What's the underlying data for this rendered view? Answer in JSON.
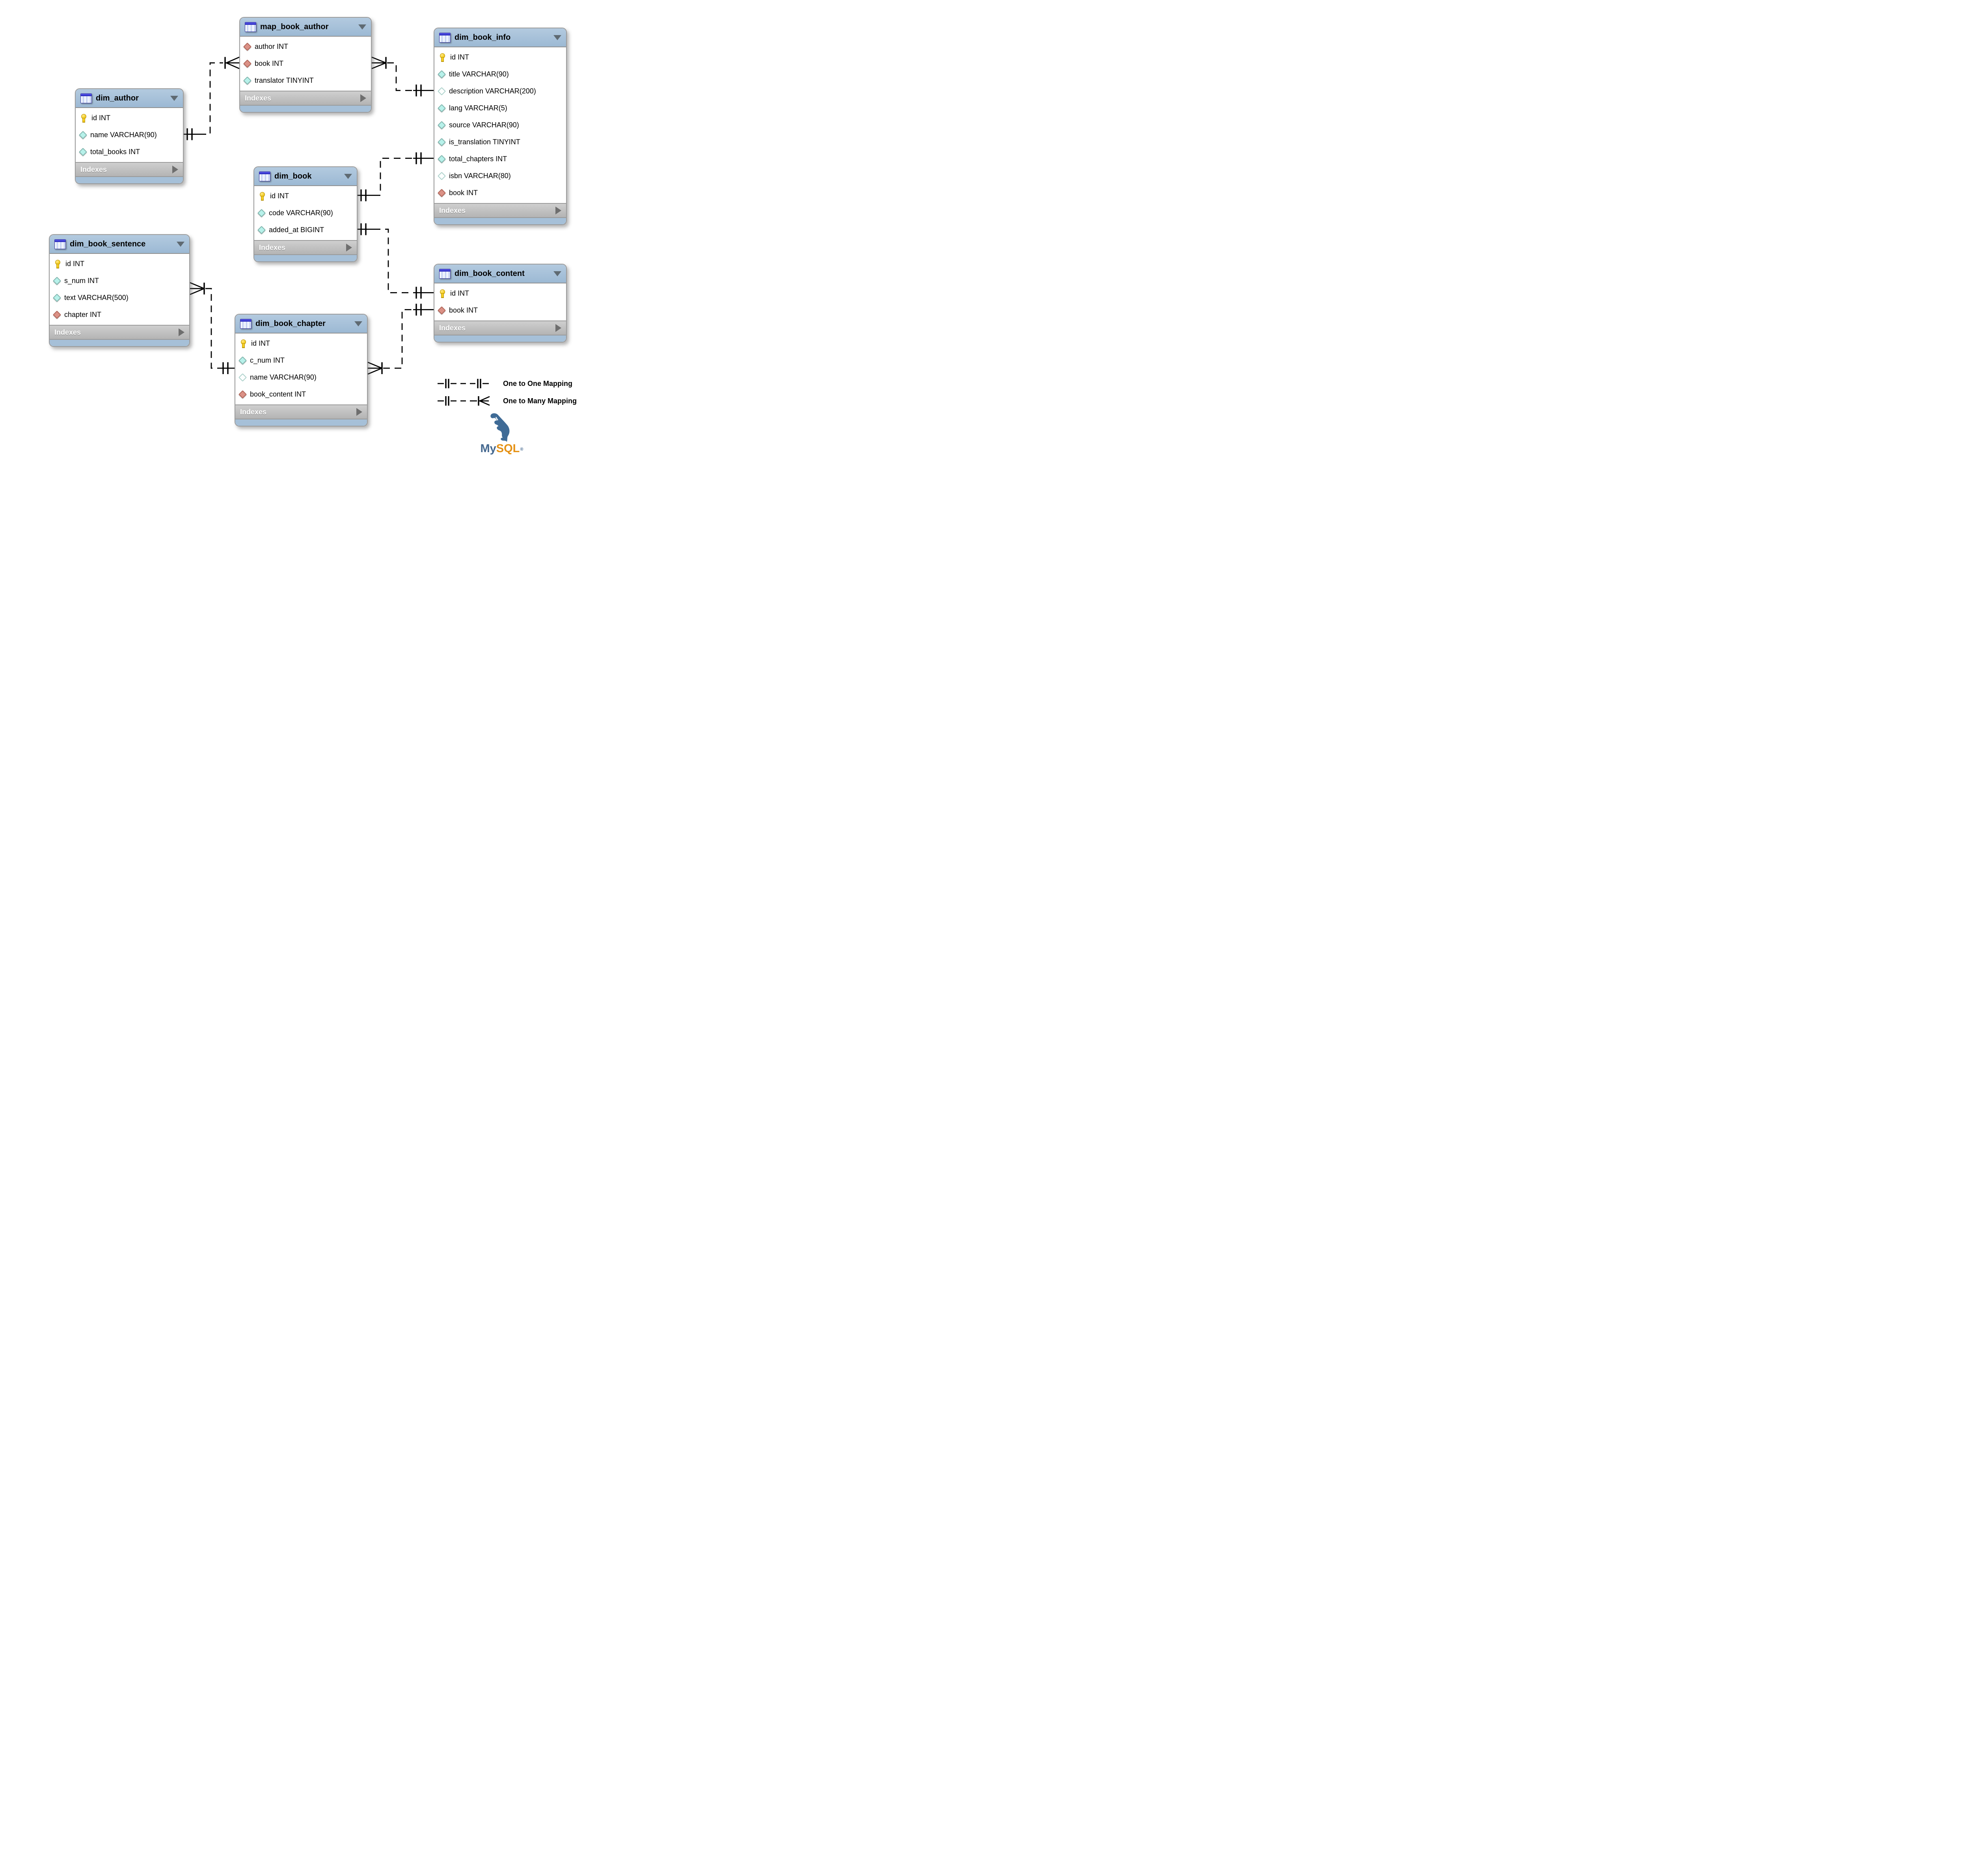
{
  "tables": [
    {
      "title": "map_book_author",
      "footer_label": "Indexes",
      "columns": [
        {
          "label": "author INT",
          "icon": "foreign-key"
        },
        {
          "label": "book INT",
          "icon": "foreign-key"
        },
        {
          "label": "translator TINYINT",
          "icon": "column-cyan"
        }
      ]
    },
    {
      "title": "dim_book_info",
      "footer_label": "Indexes",
      "columns": [
        {
          "label": "id INT",
          "icon": "primary-key"
        },
        {
          "label": "title VARCHAR(90)",
          "icon": "column-cyan"
        },
        {
          "label": "description VARCHAR(200)",
          "icon": "column-outline"
        },
        {
          "label": "lang VARCHAR(5)",
          "icon": "column-cyan"
        },
        {
          "label": "source VARCHAR(90)",
          "icon": "column-cyan"
        },
        {
          "label": "is_translation TINYINT",
          "icon": "column-cyan"
        },
        {
          "label": "total_chapters INT",
          "icon": "column-cyan"
        },
        {
          "label": "isbn VARCHAR(80)",
          "icon": "column-outline"
        },
        {
          "label": "book INT",
          "icon": "foreign-key"
        }
      ]
    },
    {
      "title": "dim_author",
      "footer_label": "Indexes",
      "columns": [
        {
          "label": "id INT",
          "icon": "primary-key"
        },
        {
          "label": "name VARCHAR(90)",
          "icon": "column-cyan"
        },
        {
          "label": "total_books INT",
          "icon": "column-cyan"
        }
      ]
    },
    {
      "title": "dim_book",
      "footer_label": "Indexes",
      "columns": [
        {
          "label": "id INT",
          "icon": "primary-key"
        },
        {
          "label": "code VARCHAR(90)",
          "icon": "column-cyan"
        },
        {
          "label": "added_at BIGINT",
          "icon": "column-cyan"
        }
      ]
    },
    {
      "title": "dim_book_sentence",
      "footer_label": "Indexes",
      "columns": [
        {
          "label": "id INT",
          "icon": "primary-key"
        },
        {
          "label": "s_num INT",
          "icon": "column-cyan"
        },
        {
          "label": "text VARCHAR(500)",
          "icon": "column-cyan"
        },
        {
          "label": "chapter INT",
          "icon": "foreign-key"
        }
      ]
    },
    {
      "title": "dim_book_chapter",
      "footer_label": "Indexes",
      "columns": [
        {
          "label": "id INT",
          "icon": "primary-key"
        },
        {
          "label": "c_num INT",
          "icon": "column-cyan"
        },
        {
          "label": "name VARCHAR(90)",
          "icon": "column-outline"
        },
        {
          "label": "book_content INT",
          "icon": "foreign-key"
        }
      ]
    },
    {
      "title": "dim_book_content",
      "footer_label": "Indexes",
      "columns": [
        {
          "label": "id INT",
          "icon": "primary-key"
        },
        {
          "label": "book INT",
          "icon": "foreign-key"
        }
      ]
    }
  ],
  "relationships": [
    {
      "from": "dim_author",
      "to": "map_book_author",
      "type": "one-to-many"
    },
    {
      "from": "dim_book_info",
      "to": "map_book_author",
      "type": "one-to-many"
    },
    {
      "from": "dim_book",
      "to": "dim_book_info",
      "type": "one-to-one"
    },
    {
      "from": "dim_book",
      "to": "dim_book_content",
      "type": "one-to-one"
    },
    {
      "from": "dim_book_chapter",
      "to": "dim_book_sentence",
      "type": "one-to-many"
    },
    {
      "from": "dim_book_content",
      "to": "dim_book_chapter",
      "type": "one-to-many"
    }
  ],
  "legend": {
    "items": [
      {
        "label": "One to One Mapping",
        "symbol": "one-to-one"
      },
      {
        "label": "One to Many Mapping",
        "symbol": "one-to-many"
      }
    ]
  },
  "logo": {
    "my": "My",
    "sql": "SQL",
    "registered": "®"
  },
  "colors": {
    "table_header_blue": "#a6c0d8",
    "indexes_gray": "#c1c1c1",
    "table_border": "#9b9b9b",
    "column_diamond_cyan": "#b7f1ea",
    "foreign_key_diamond_red": "#db9186",
    "primary_key_gold": "#f4cd22",
    "relationship_line": "#000000",
    "logo_blue": "#44688f",
    "logo_orange": "#e59114"
  }
}
